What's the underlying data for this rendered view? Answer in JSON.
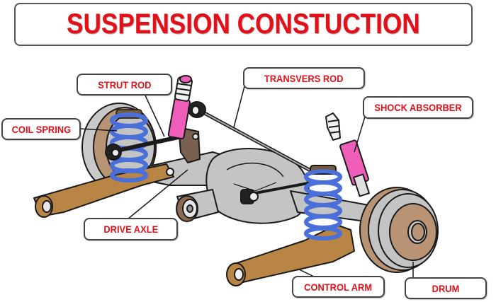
{
  "title": "SUSPENSION CONSTUCTION",
  "labels": {
    "strut_rod": "STRUT ROD",
    "coil_spring": "COIL SPRING",
    "transvers_rod": "TRANSVERS ROD",
    "shock_absorber": "SHOCK ABSORBER",
    "drive_axle": "DRIVE AXLE",
    "control_arm": "CONTROL ARM",
    "drum": "DRUM"
  },
  "colors": {
    "label_text": "#e3101a",
    "spring": "#4a6fd8",
    "shock_body": "#ef5fb9",
    "control_arm": "#b98544",
    "drum_face": "#b89474",
    "metal": "#c4c4c4",
    "outline": "#1a1a1a"
  }
}
